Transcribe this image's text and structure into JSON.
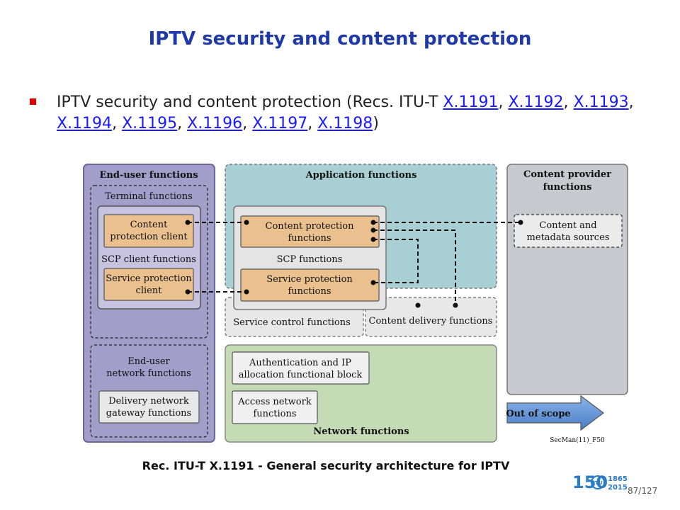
{
  "slide": {
    "title": "IPTV security and content protection",
    "bullet": {
      "prefix": "IPTV security and content protection (Recs. ITU-T ",
      "links": [
        "X.1191",
        "X.1192",
        "X.1193",
        "X.1194",
        "X.1195",
        "X.1196",
        "X.1197",
        "X.1198"
      ],
      "suffix": ")"
    },
    "caption": "Rec. ITU-T X.1191 - General security architecture for IPTV",
    "page_number": "87/127",
    "logo": {
      "digits": "150",
      "years": [
        "1865",
        "2015"
      ],
      "mark": "ITU"
    }
  },
  "diagram": {
    "end_user": {
      "title": "End-user functions",
      "terminal": "Terminal functions",
      "scp_client": "SCP client functions",
      "content_protection_client": [
        "Content",
        "protection client"
      ],
      "service_protection_client": [
        "Service protection",
        "client"
      ],
      "end_user_network": [
        "End-user",
        "network functions"
      ],
      "delivery_gateway": [
        "Delivery network",
        "gateway functions"
      ]
    },
    "application": {
      "title": "Application functions",
      "content_protection": [
        "Content protection",
        "functions"
      ],
      "scp_functions": "SCP functions",
      "service_protection": [
        "Service protection",
        "functions"
      ],
      "service_control": "Service control functions",
      "content_delivery": "Content delivery functions"
    },
    "content_provider": {
      "title": [
        "Content provider",
        "functions"
      ],
      "sources": [
        "Content and",
        "metadata sources"
      ]
    },
    "network": {
      "title": "Network functions",
      "auth": [
        "Authentication and IP",
        "allocation functional block"
      ],
      "access": [
        "Access network",
        "functions"
      ]
    },
    "out_of_scope": "Out of scope",
    "figure_id": "SecMan(11)_F50"
  },
  "colors": {
    "title": "#1f3aa8",
    "bullet": "#e00000",
    "link": "#1a1aff",
    "enduser_bg": "#a39dc9",
    "app_bg": "#a8cfd4",
    "provider_bg": "#c7c9cf",
    "network_bg": "#c5dbb6",
    "orange_box": "#e9c08e"
  }
}
